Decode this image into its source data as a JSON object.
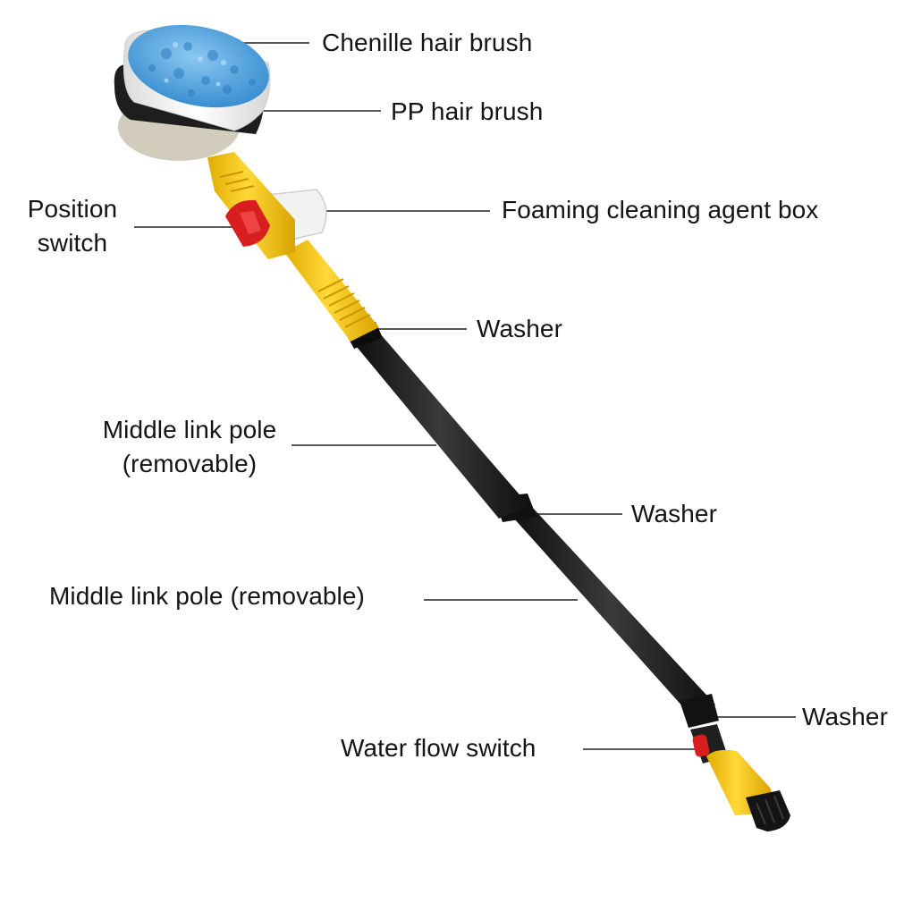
{
  "labels": {
    "chenille_brush": "Chenille hair brush",
    "pp_brush": "PP hair brush",
    "position_switch": [
      "Position",
      "switch"
    ],
    "foam_box": "Foaming cleaning agent box",
    "washer_1": "Washer",
    "middle_pole_1": [
      "Middle link pole",
      "(removable)"
    ],
    "washer_2": "Washer",
    "middle_pole_2": "Middle link pole (removable)",
    "washer_3": "Washer",
    "water_switch": "Water flow switch"
  },
  "colors": {
    "chenille": "#5aa9e2",
    "bristles": "#f4f4f4",
    "rim": "#1e1e1e",
    "body_yellow": "#f6c814",
    "switch_red": "#d81e1e",
    "pole_black": "#1c1c1c",
    "leader_line": "#222222"
  }
}
